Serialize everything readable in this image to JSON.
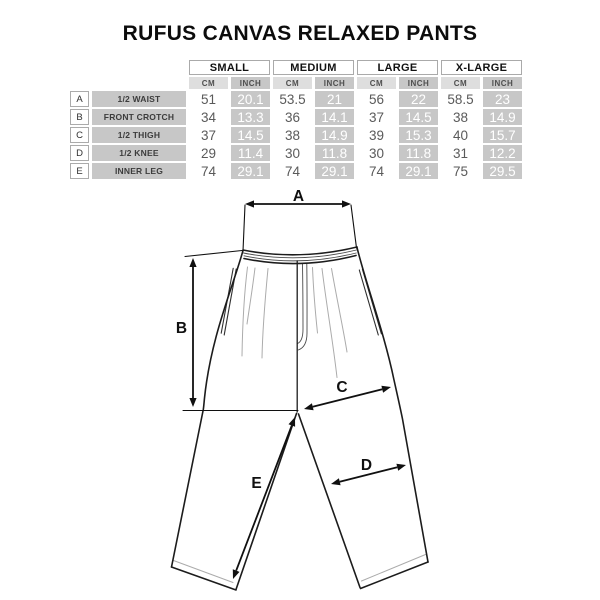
{
  "title": "RUFUS CANVAS RELAXED PANTS",
  "size_chart": {
    "sizes": [
      "SMALL",
      "MEDIUM",
      "LARGE",
      "X-LARGE"
    ],
    "unit_headers": [
      "CM",
      "INCH"
    ],
    "rows": [
      {
        "key": "A",
        "label": "1/2 WAIST",
        "values": [
          "51",
          "20.1",
          "53.5",
          "21",
          "56",
          "22",
          "58.5",
          "23"
        ]
      },
      {
        "key": "B",
        "label": "FRONT CROTCH",
        "values": [
          "34",
          "13.3",
          "36",
          "14.1",
          "37",
          "14.5",
          "38",
          "14.9"
        ]
      },
      {
        "key": "C",
        "label": "1/2 THIGH",
        "values": [
          "37",
          "14.5",
          "38",
          "14.9",
          "39",
          "15.3",
          "40",
          "15.7"
        ]
      },
      {
        "key": "D",
        "label": "1/2 KNEE",
        "values": [
          "29",
          "11.4",
          "30",
          "11.8",
          "30",
          "11.8",
          "31",
          "12.2"
        ]
      },
      {
        "key": "E",
        "label": "INNER LEG",
        "values": [
          "74",
          "29.1",
          "74",
          "29.1",
          "74",
          "29.1",
          "75",
          "29.5"
        ]
      }
    ]
  },
  "diagram": {
    "labels": [
      "A",
      "B",
      "C",
      "D",
      "E"
    ]
  },
  "colors": {
    "background": "#ffffff",
    "title_text": "#0c0c0c",
    "gray_cell": "#c7c7c7",
    "cm_header_cell": "#dedede",
    "cell_border": "#aaaaaa",
    "cm_value_text": "#5a5a5a",
    "inch_value_text": "#ffffff",
    "outline": "#1c1c1c",
    "crease_line": "#ababab"
  }
}
